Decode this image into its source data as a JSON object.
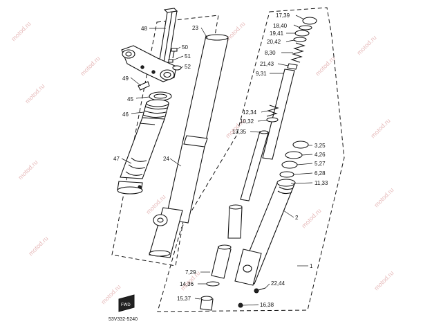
{
  "diagram": {
    "drawing_code": "53V332-5240",
    "watermark_text": "motod.ru",
    "callouts": {
      "c48": "48",
      "c50": "50",
      "c51": "51",
      "c52": "52",
      "c49": "49",
      "c45": "45",
      "c46": "46",
      "c47": "47",
      "c23": "23",
      "c24": "24",
      "c1739": "17,39",
      "c1840": "18,40",
      "c1941": "19,41",
      "c2042": "20,42",
      "c830": "8,30",
      "c2143": "21,43",
      "c931": "9,31",
      "c1234": "12,34",
      "c1032": "10,32",
      "c1335": "13,35",
      "c325": "3,25",
      "c426": "4,26",
      "c527": "5,27",
      "c628": "6,28",
      "c1133": "11,33",
      "c2": "2",
      "c1": "1",
      "c729": "7,29",
      "c1436": "14,36",
      "c1537": "15,37",
      "c2244": "22,44",
      "c1638": "16,38"
    },
    "front_icon_text": "FWD"
  }
}
